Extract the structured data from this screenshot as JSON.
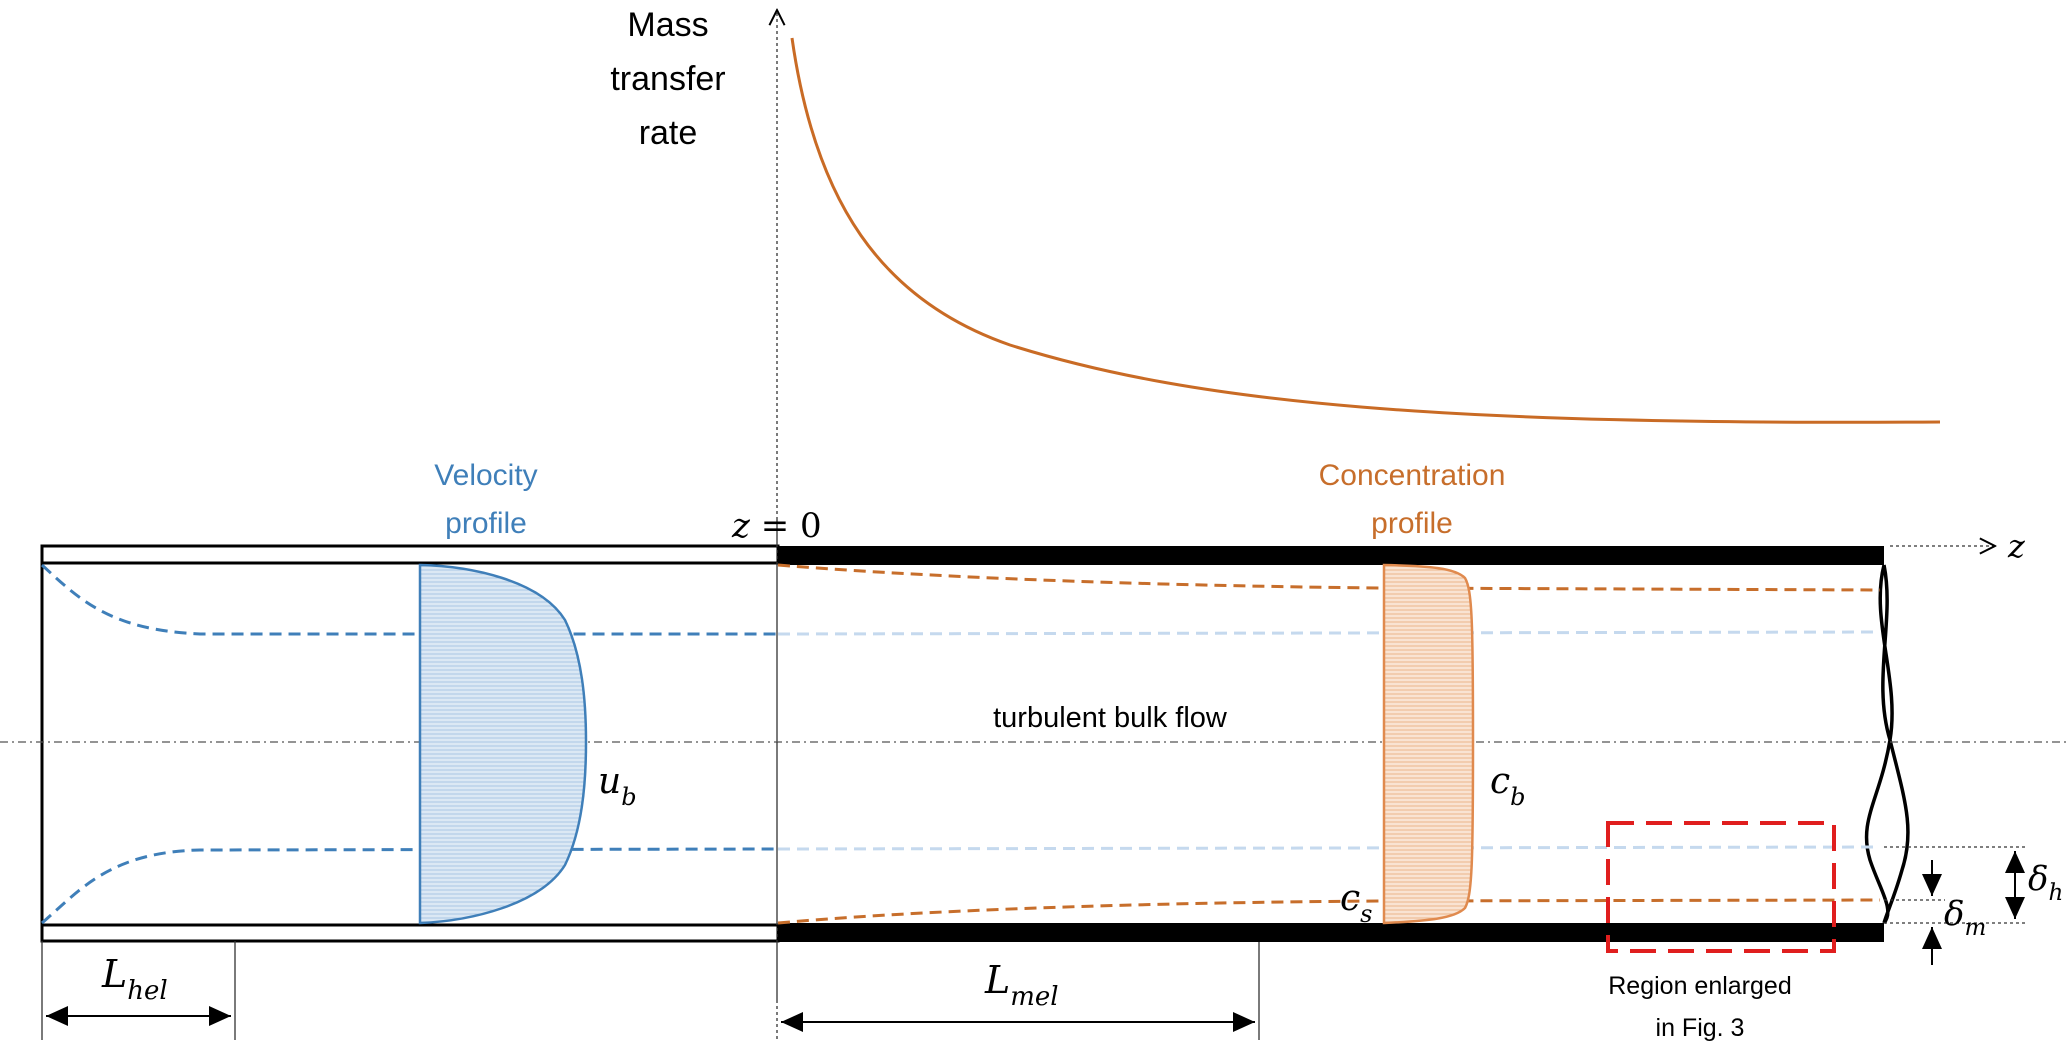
{
  "colors": {
    "velocity": "#3f7fb9",
    "velocity_fill": "#cfe0f0",
    "velocity_light": "#c5d9ee",
    "concentration": "#c76e2b",
    "concentration_fill": "#f6dcc7",
    "rate_curve": "#c96b25",
    "region_box": "#e01e1e",
    "pipe": "#000000"
  },
  "chart_data": {
    "type": "line",
    "ylabel": "Mass transfer rate",
    "xlabel": "z",
    "description_curve": "rate decays from a maximum at z = 0 toward a constant"
  },
  "labels": {
    "y_axis_title_line1": "Mass",
    "y_axis_title_line2": "transfer",
    "y_axis_title_line3": "rate",
    "velocity_profile_line1": "Velocity",
    "velocity_profile_line2": "profile",
    "concentration_profile_line1": "Concentration",
    "concentration_profile_line2": "profile",
    "z_zero_var": "z",
    "z_zero_eq": " = 0",
    "z_axis": "z",
    "bulk_flow": "turbulent bulk flow",
    "u_b_main": "u",
    "u_b_sub": "b",
    "c_b_main": "c",
    "c_b_sub": "b",
    "c_s_main": "c",
    "c_s_sub": "s",
    "L_hel_main": "L",
    "L_hel_sub": "hel",
    "L_mel_main": "L",
    "L_mel_sub": "mel",
    "delta_h_main": "δ",
    "delta_h_sub": "h",
    "delta_m_main": "δ",
    "delta_m_sub": "m",
    "region_line1": "Region enlarged",
    "region_line2": "in Fig. 3"
  }
}
